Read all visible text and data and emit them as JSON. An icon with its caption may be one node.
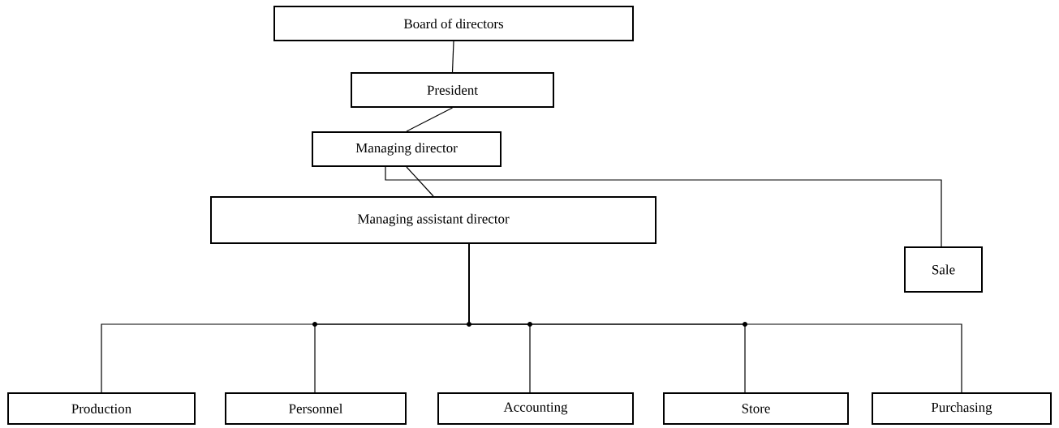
{
  "diagram": {
    "nodes": [
      {
        "text": [
          "Board of directors"
        ]
      },
      {
        "text": [
          "President"
        ]
      },
      {
        "text": [
          "Managing director"
        ]
      },
      {
        "text": [
          "Managing assistant director"
        ]
      },
      {
        "text": [
          "Sale"
        ]
      },
      {
        "text": [
          "Production"
        ]
      },
      {
        "text": [
          "Personnel"
        ]
      },
      {
        "text": [
          "Accounting"
        ]
      },
      {
        "text": [
          "Store"
        ]
      },
      {
        "text": [
          "Purchasing"
        ]
      }
    ],
    "edges": [
      {
        "from": 0,
        "to": 1,
        "arrow": "none"
      },
      {
        "from": 1,
        "to": 2,
        "arrow": "none"
      },
      {
        "from": 2,
        "to": 3,
        "arrow": "none"
      },
      {
        "from": 2,
        "to": 4,
        "arrow": "none"
      },
      {
        "from": 3,
        "to": 5,
        "arrow": "none"
      },
      {
        "from": 3,
        "to": 6,
        "arrow": "none"
      },
      {
        "from": 3,
        "to": 7,
        "arrow": "none"
      },
      {
        "from": 3,
        "to": 8,
        "arrow": "none"
      },
      {
        "from": 3,
        "to": 9,
        "arrow": "none"
      }
    ]
  }
}
